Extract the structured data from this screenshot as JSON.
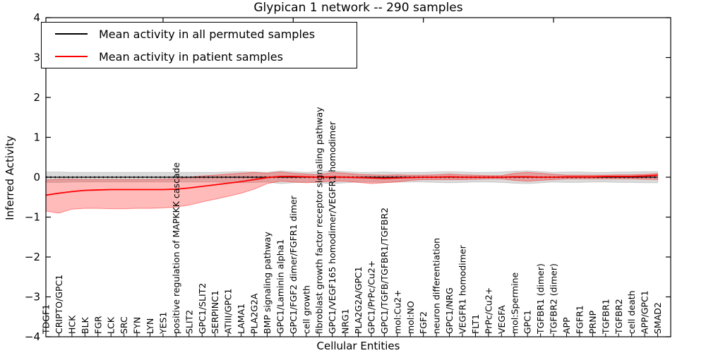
{
  "chart_data": {
    "type": "line",
    "title": "Glypican 1 network -- 290 samples",
    "xlabel": "Cellular Entities",
    "ylabel": "Inferred Activity",
    "xlim": [
      1,
      49
    ],
    "ylim": [
      -4,
      4
    ],
    "yticks": [
      -4,
      -3,
      -2,
      -1,
      0,
      1,
      2,
      3,
      4
    ],
    "top_xticks": [
      10,
      20,
      30,
      40
    ],
    "grid": false,
    "legend_position": "upper left",
    "categories": [
      "TDGF1",
      "CRIPTO/GPC1",
      "HCK",
      "BLK",
      "FGR",
      "LCK",
      "SRC",
      "FYN",
      "LYN",
      "YES1",
      "positive regulation of MAPKKK cascade",
      "SLIT2",
      "GPC1/SLIT2",
      "SERPINC1",
      "ATIII/GPC1",
      "LAMA1",
      "PLA2G2A",
      "BMP signaling pathway",
      "GPC1/Laminin alpha1",
      "GPC1/FGF2 dimer/FGFR1 dimer",
      "cell growth",
      "fibroblast growth factor receptor signaling pathway",
      "GPC1/VEGF165 homodimer/VEGFR1 homodimer",
      "NRG1",
      "PLA2G2A/GPC1",
      "GPC1/PrPc/Cu2+",
      "GPC1/TGFB/TGFBR1/TGFBR2",
      "mol:Cu2+",
      "mol:NO",
      "FGF2",
      "neuron differentiation",
      "GPC1/NRG",
      "VEGFR1 homodimer",
      "FLT1",
      "PrPc/Cu2+",
      "VEGFA",
      "mol:Spermine",
      "GPC1",
      "TGFBR1 (dimer)",
      "TGFBR2 (dimer)",
      "APP",
      "FGFR1",
      "PRNP",
      "TGFBR1",
      "TGFBR2",
      "cell death",
      "APP/GPC1",
      "SMAD2"
    ],
    "series": [
      {
        "name": "Mean activity in all permuted samples",
        "color": "#000000",
        "style": "solid-with-dotted-overlay",
        "values": [
          0,
          0,
          0,
          0,
          0,
          0,
          0,
          0,
          0,
          0,
          0,
          0,
          0,
          0,
          0,
          0,
          0,
          0,
          0,
          0,
          0,
          0,
          0,
          0,
          0,
          0,
          0,
          0,
          0,
          0,
          0,
          0,
          0,
          0,
          0,
          0,
          0,
          0,
          0,
          0,
          0,
          0,
          0,
          0,
          0,
          0,
          0,
          0
        ],
        "band": {
          "color": "#c8c8c8",
          "upper": [
            0.13,
            0.13,
            0.12,
            0.12,
            0.12,
            0.12,
            0.12,
            0.12,
            0.12,
            0.12,
            0.12,
            0.12,
            0.12,
            0.12,
            0.13,
            0.14,
            0.13,
            0.12,
            0.16,
            0.14,
            0.12,
            0.14,
            0.16,
            0.14,
            0.12,
            0.12,
            0.13,
            0.12,
            0.12,
            0.12,
            0.13,
            0.14,
            0.13,
            0.12,
            0.12,
            0.13,
            0.15,
            0.16,
            0.14,
            0.12,
            0.13,
            0.13,
            0.12,
            0.12,
            0.13,
            0.13,
            0.14,
            0.14
          ],
          "lower": [
            -0.13,
            -0.13,
            -0.12,
            -0.12,
            -0.12,
            -0.12,
            -0.12,
            -0.12,
            -0.12,
            -0.12,
            -0.12,
            -0.12,
            -0.12,
            -0.12,
            -0.13,
            -0.14,
            -0.13,
            -0.12,
            -0.16,
            -0.14,
            -0.12,
            -0.14,
            -0.16,
            -0.14,
            -0.12,
            -0.12,
            -0.13,
            -0.12,
            -0.12,
            -0.12,
            -0.13,
            -0.14,
            -0.13,
            -0.12,
            -0.12,
            -0.13,
            -0.15,
            -0.16,
            -0.14,
            -0.12,
            -0.13,
            -0.13,
            -0.12,
            -0.12,
            -0.13,
            -0.13,
            -0.14,
            -0.14
          ]
        }
      },
      {
        "name": "Mean activity in patient samples",
        "color": "#ff0000",
        "style": "solid",
        "values": [
          -0.45,
          -0.4,
          -0.36,
          -0.33,
          -0.32,
          -0.31,
          -0.31,
          -0.31,
          -0.31,
          -0.31,
          -0.3,
          -0.27,
          -0.23,
          -0.19,
          -0.15,
          -0.11,
          -0.06,
          -0.01,
          0.02,
          0.02,
          0.01,
          0.0,
          0.01,
          0.0,
          -0.01,
          -0.02,
          -0.03,
          -0.02,
          -0.01,
          0.0,
          0.0,
          0.01,
          0.0,
          0.0,
          0.0,
          0.0,
          0.01,
          0.01,
          0.0,
          0.0,
          0.01,
          0.01,
          0.01,
          0.02,
          0.02,
          0.02,
          0.03,
          0.05
        ],
        "band": {
          "color": "#ff9999",
          "upper": [
            -0.07,
            -0.05,
            -0.05,
            -0.06,
            -0.06,
            -0.06,
            -0.06,
            -0.06,
            -0.06,
            -0.05,
            -0.04,
            0.0,
            0.03,
            0.05,
            0.08,
            0.1,
            0.12,
            0.1,
            0.13,
            0.1,
            0.08,
            0.06,
            0.12,
            0.1,
            0.07,
            0.06,
            0.05,
            0.06,
            0.05,
            0.05,
            0.06,
            0.08,
            0.06,
            0.05,
            0.04,
            0.04,
            0.1,
            0.12,
            0.1,
            0.07,
            0.05,
            0.05,
            0.05,
            0.05,
            0.06,
            0.06,
            0.07,
            0.09
          ],
          "lower": [
            -0.85,
            -0.9,
            -0.8,
            -0.78,
            -0.78,
            -0.79,
            -0.79,
            -0.78,
            -0.78,
            -0.77,
            -0.75,
            -0.7,
            -0.62,
            -0.55,
            -0.48,
            -0.4,
            -0.3,
            -0.16,
            -0.1,
            -0.12,
            -0.14,
            -0.12,
            -0.1,
            -0.1,
            -0.13,
            -0.16,
            -0.14,
            -0.12,
            -0.08,
            -0.06,
            -0.06,
            -0.06,
            -0.06,
            -0.05,
            -0.04,
            -0.04,
            -0.08,
            -0.1,
            -0.08,
            -0.06,
            -0.04,
            -0.04,
            -0.04,
            -0.04,
            -0.04,
            -0.04,
            -0.05,
            -0.06
          ]
        }
      }
    ]
  }
}
